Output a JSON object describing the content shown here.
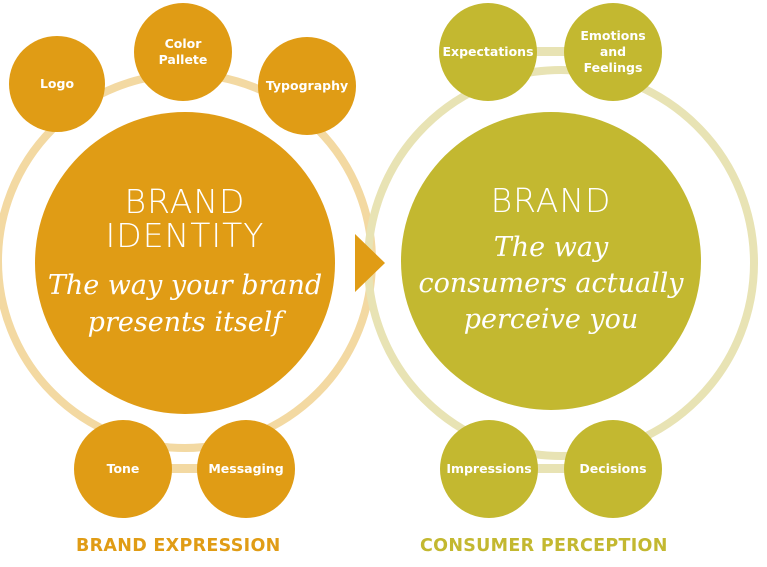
{
  "colors": {
    "expression_accent": "#e09c15",
    "expression_ring": "#f3d9a2",
    "perception_accent": "#c3b830",
    "perception_ring": "#e8e3b4",
    "background": "#ffffff"
  },
  "left": {
    "title": "BRAND IDENTITY",
    "title_line1": "BRAND",
    "title_line2": "IDENTITY",
    "subtitle": "The way your brand presents itself",
    "subtitle_line1": "The way your brand",
    "subtitle_line2": "presents itself",
    "section_label": "BRAND EXPRESSION",
    "nodes": [
      {
        "label": "Logo"
      },
      {
        "label": "Color Pallete",
        "line1": "Color",
        "line2": "Pallete"
      },
      {
        "label": "Typography"
      },
      {
        "label": "Tone"
      },
      {
        "label": "Messaging"
      }
    ]
  },
  "right": {
    "title": "BRAND",
    "subtitle": "The way consumers actually perceive you",
    "subtitle_line1": "The way",
    "subtitle_line2": "consumers actually",
    "subtitle_line3": "perceive you",
    "section_label": "CONSUMER PERCEPTION",
    "nodes": [
      {
        "label": "Expectations"
      },
      {
        "label": "Emotions and Feelings",
        "line1": "Emotions",
        "line2": "and",
        "line3": "Feelings"
      },
      {
        "label": "Impressions"
      },
      {
        "label": "Decisions"
      }
    ]
  },
  "connector": {
    "icon": "arrow-right-icon"
  }
}
